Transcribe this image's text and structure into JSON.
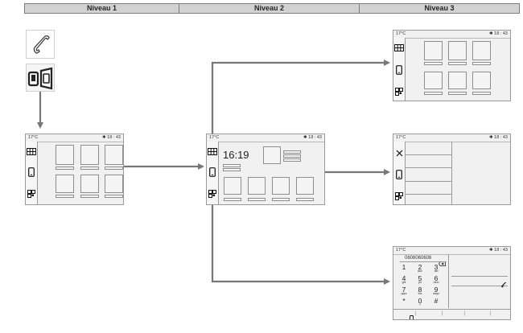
{
  "headers": [
    {
      "label": "Niveau 1"
    },
    {
      "label": "Niveau 2"
    },
    {
      "label": "Niveau 3"
    }
  ],
  "status": {
    "temp": "17°C",
    "time": "18 : 43"
  },
  "level2_clock": "16:19",
  "dialer": {
    "number": "0606060606",
    "keys": [
      {
        "digit": "1",
        "sub": ""
      },
      {
        "digit": "2",
        "sub": "abc"
      },
      {
        "digit": "3",
        "sub": "def"
      },
      {
        "digit": "4",
        "sub": "ghi"
      },
      {
        "digit": "5",
        "sub": "jkl"
      },
      {
        "digit": "6",
        "sub": "mno"
      },
      {
        "digit": "7",
        "sub": "pqrs"
      },
      {
        "digit": "8",
        "sub": "tuv"
      },
      {
        "digit": "9",
        "sub": "wxyz"
      },
      {
        "digit": "*",
        "sub": ""
      },
      {
        "digit": "0",
        "sub": "+"
      },
      {
        "digit": "#",
        "sub": ""
      }
    ]
  },
  "colors": {
    "arrow": "#777777",
    "screen_bg": "#f1f1f1",
    "header_bg": "#d2d2d2"
  },
  "icons": [
    "phone-handset-icon",
    "phone-mirror-icon",
    "grid-icon",
    "mobile-phone-icon",
    "apps-icon",
    "close-icon",
    "backspace-icon",
    "bluetooth-icon"
  ]
}
